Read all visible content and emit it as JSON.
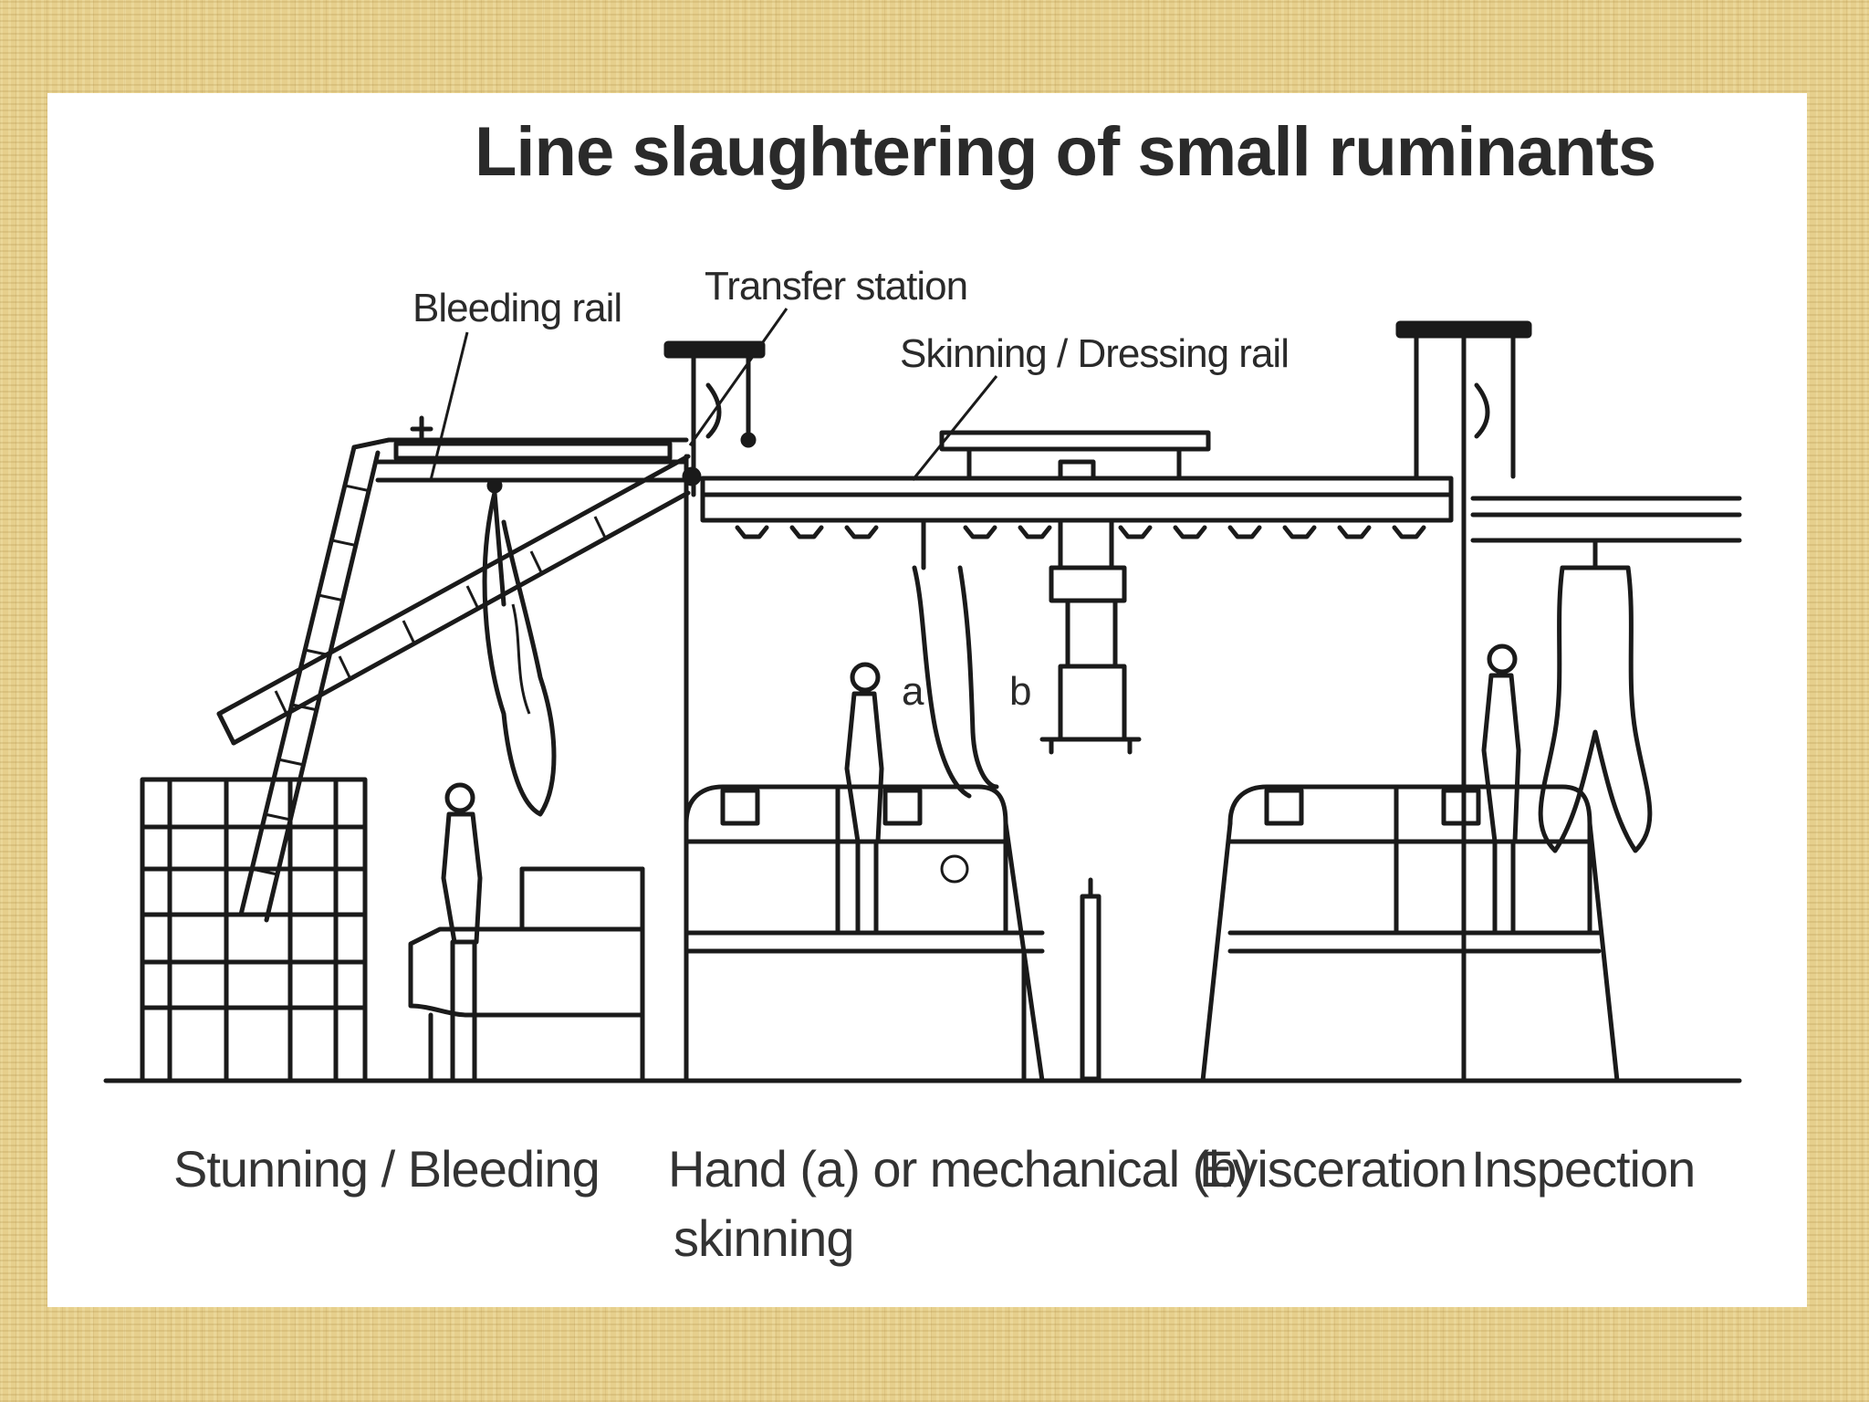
{
  "title": "Line slaughtering of small ruminants",
  "labels": {
    "bleeding_rail": "Bleeding rail",
    "transfer_station": "Transfer station",
    "skinning_rail": "Skinning / Dressing rail",
    "marker_a": "a",
    "marker_b": "b"
  },
  "stages": {
    "stunning": "Stunning / Bleeding",
    "skinning_line1": "Hand (a) or mechanical (b)",
    "skinning_line2": "skinning",
    "evisceration": "Evisceration",
    "inspection": "Inspection"
  }
}
